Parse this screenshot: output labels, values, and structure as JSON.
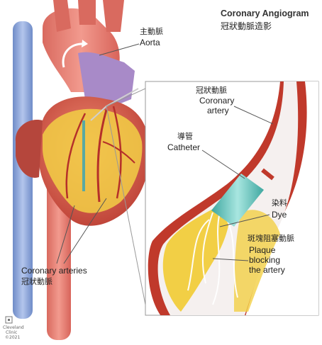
{
  "title": {
    "en": "Coronary Angiogram",
    "zh": "冠狀動脈造影"
  },
  "labels": {
    "aorta": {
      "zh": "主動脈",
      "en": "Aorta"
    },
    "coronary_artery": {
      "zh": "冠狀動脈",
      "en_line1": "Coronary",
      "en_line2": "artery"
    },
    "catheter": {
      "zh": "導管",
      "en": "Catheter"
    },
    "dye": {
      "zh": "染料",
      "en": "Dye"
    },
    "plaque": {
      "zh": "斑塊阻塞動脈",
      "en_line1": "Plaque",
      "en_line2": "blocking",
      "en_line3": "the artery"
    },
    "coronary_arteries": {
      "en": "Coronary arteries",
      "zh": "冠狀動脈"
    }
  },
  "logo": {
    "name": "Cleveland",
    "name2": "Clinic",
    "year": "©2021"
  },
  "colors": {
    "artery_red": "#c0392b",
    "heart_red": "#d9574a",
    "fat_yellow": "#f2cf45",
    "aorta_pink": "#e8847a",
    "vein_blue": "#8aa3d8",
    "pulmonary_purple": "#a88ac8",
    "catheter_teal": "#6fc7c0",
    "line_gray": "#555555"
  }
}
